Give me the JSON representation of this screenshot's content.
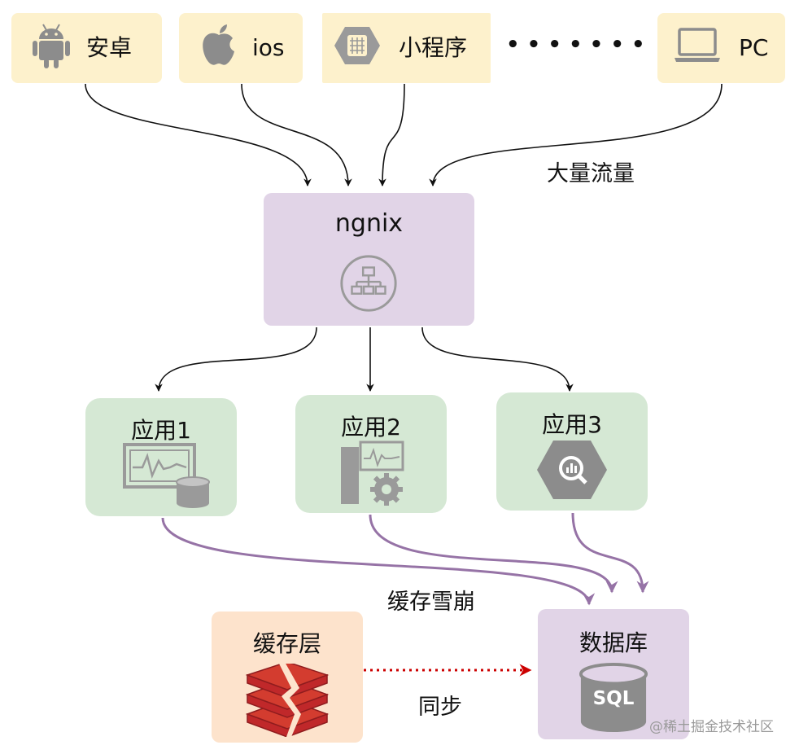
{
  "clients": [
    {
      "label": "安卓",
      "icon": "android-icon"
    },
    {
      "label": "ios",
      "icon": "apple-icon"
    },
    {
      "label": "小程序",
      "icon": "mini-program-hexagon-icon"
    },
    {
      "label": "PC",
      "icon": "laptop-icon"
    }
  ],
  "ellipsis": "• • • • • • •",
  "traffic_label": "大量流量",
  "nginx": {
    "title": "ngnix",
    "icon": "load-balancer-network-icon"
  },
  "apps": [
    {
      "title": "应用1",
      "icon": "monitor-database-icon"
    },
    {
      "title": "应用2",
      "icon": "server-gear-icon"
    },
    {
      "title": "应用3",
      "icon": "bigquery-hexagon-icon"
    }
  ],
  "cache_avalanche_label": "缓存雪崩",
  "cache": {
    "title": "缓存层",
    "icon": "redis-icon"
  },
  "sync_label": "同步",
  "database": {
    "title": "数据库",
    "icon_text": "SQL"
  },
  "watermark": "@稀土掘金技术社区",
  "colors": {
    "client_bg": "#fdf1cc",
    "nginx_bg": "#e1d4e7",
    "app_bg": "#d5e8d4",
    "cache_bg": "#fde3cc",
    "icon_gray": "#8c8c8c",
    "purple_arrow": "#9673a6",
    "red_dotted": "#cc0000",
    "redis_red": "#c0282a"
  }
}
